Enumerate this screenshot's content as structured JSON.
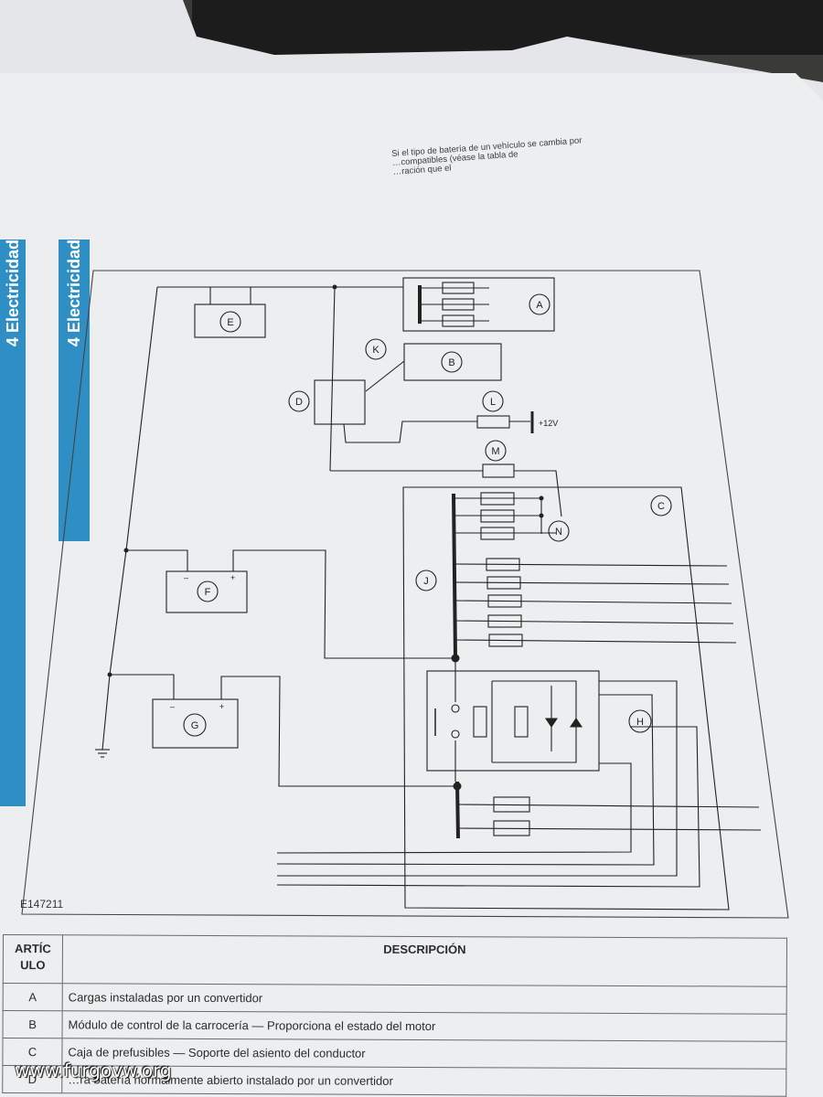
{
  "top_note": "Si el tipo de batería de un vehículo se cambia por\n…compatibles (véase la tabla de\n…ración que el",
  "section_tabs": [
    "4 Electricidad",
    "4 Electricidad"
  ],
  "diagram": {
    "labels": {
      "A": "A",
      "B": "B",
      "C": "C",
      "D": "D",
      "E": "E",
      "F": "F",
      "G": "G",
      "H": "H",
      "J": "J",
      "K": "K",
      "L": "L",
      "M": "M",
      "N": "N"
    },
    "voltage_label": "+12V",
    "minus_sign": "–",
    "plus_sign": "+",
    "figure_code": "E147211"
  },
  "table": {
    "header_article": "ARTÍC ULO",
    "header_description": "DESCRIPCIÓN",
    "rows": [
      {
        "article": "A",
        "description": "Cargas instaladas por un convertidor"
      },
      {
        "article": "B",
        "description": "Módulo de control de la carrocería — Proporciona el estado del motor"
      },
      {
        "article": "C",
        "description": "Caja de prefusibles — Soporte del asiento del conductor"
      },
      {
        "article": "D",
        "description": "…ra batería normalmente abierto instalado por un convertidor"
      }
    ]
  },
  "watermark": "www.furgovw.org",
  "colors": {
    "tab_blue": "#2f8fc4",
    "ink": "#222222"
  }
}
